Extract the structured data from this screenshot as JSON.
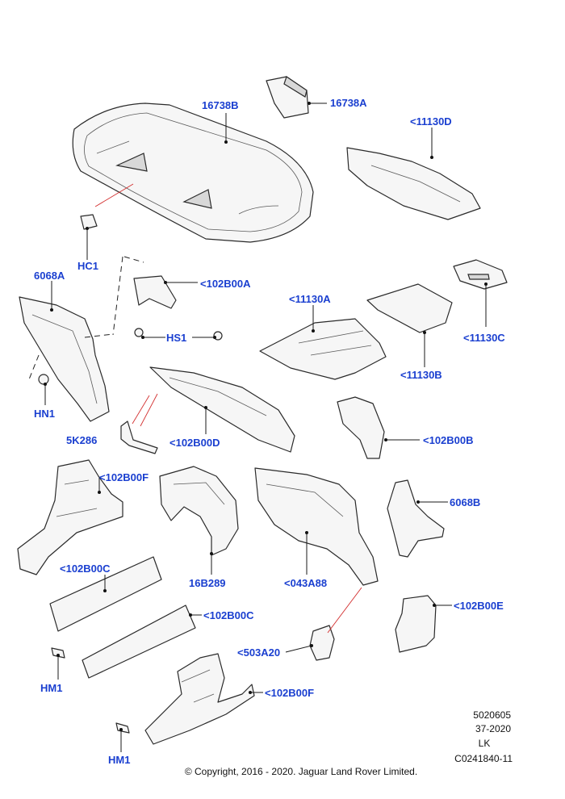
{
  "callouts": {
    "c16738B": "16738B",
    "c16738A": "16738A",
    "c11130D": "<11130D",
    "cHC1": "HC1",
    "c6068A": "6068A",
    "c102B00A": "<102B00A",
    "c11130A": "<11130A",
    "cHS1": "HS1",
    "c11130C": "<11130C",
    "c11130B": "<11130B",
    "cHN1": "HN1",
    "c5K286": "5K286",
    "c102B00D": "<102B00D",
    "c102B00B": "<102B00B",
    "c102B00F_top": "<102B00F",
    "c6068B": "6068B",
    "c102B00C_top": "<102B00C",
    "c16B289": "16B289",
    "c043A88": "<043A88",
    "c102B00E": "<102B00E",
    "c102B00C_mid": "<102B00C",
    "c503A20": "<503A20",
    "cHM1_top": "HM1",
    "c102B00F_bot": "<102B00F",
    "cHM1_bot": "HM1"
  },
  "footer": {
    "line1": "5020605",
    "line2": "37-2020",
    "line3": "LK",
    "line4": "C0241840-11",
    "copyright": "© Copyright, 2016 - 2020. Jaguar Land Rover Limited."
  },
  "colors": {
    "label": "#1a3fd0",
    "leader": "#1a1a1a",
    "red_leader": "#d32f2f"
  }
}
